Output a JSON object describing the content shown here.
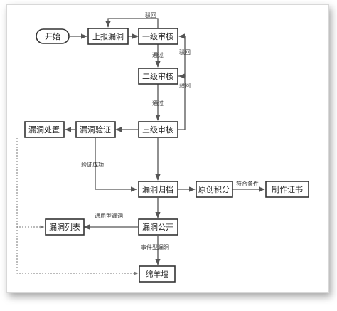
{
  "nodes": {
    "start": "开始",
    "report": "上报漏洞",
    "review1": "一级审核",
    "review2": "二级审核",
    "review3": "三级审核",
    "verify": "漏洞验证",
    "handle": "漏洞处置",
    "archive": "漏洞归档",
    "points": "原创积分",
    "certificate": "制作证书",
    "publish": "漏洞公开",
    "vuln_list": "漏洞列表",
    "sheep_wall": "绵羊墙"
  },
  "edges": {
    "reject_top": "驳回",
    "pass_1": "通过",
    "reject_2": "驳回",
    "reject_3": "驳回",
    "pass_2": "通过",
    "verify_success": "验证成功",
    "meets_condition": "符合条件",
    "generic_vuln": "通用型漏洞",
    "event_vuln": "事件型漏洞"
  }
}
